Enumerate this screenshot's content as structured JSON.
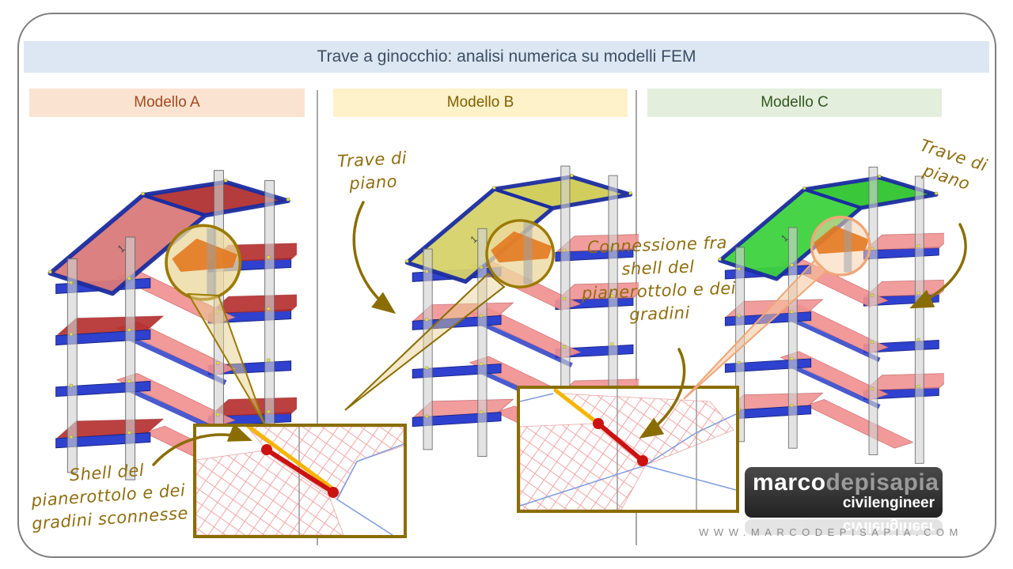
{
  "slide": {
    "title": "Trave a ginocchio: analisi numerica su modelli FEM",
    "headers": [
      {
        "label": "Modello A",
        "bg": "#fbe3d1",
        "fg": "#a34a21"
      },
      {
        "label": "Modello B",
        "bg": "#fef2cb",
        "fg": "#806000"
      },
      {
        "label": "Modello C",
        "bg": "#e3efdc",
        "fg": "#33561f"
      }
    ],
    "annotations": {
      "trave_piano_b": {
        "line1": "Trave di",
        "line2": "piano"
      },
      "trave_piano_c": {
        "line1": "Trave di",
        "line2": "piano"
      },
      "connessione": {
        "line1": "Connessione fra",
        "line2": "shell del",
        "line3": "pianerottolo e dei",
        "line4": "gradini"
      },
      "shell_sconnesse": {
        "line1": "Shell del",
        "line2": "pianerottolo e dei",
        "line3": "gradini sconnesse"
      }
    },
    "fem": {
      "element_label": "1"
    },
    "logo": {
      "name_bold": "marco",
      "name_light": "depisapia",
      "tagline": "civilengineer",
      "website": "WWW.MARCODEPISAPIA.COM"
    },
    "colors": {
      "model_a_slab_left": "#d97a7a",
      "model_a_slab_right": "#b03232",
      "model_b_slab_left": "#d6d26a",
      "model_b_slab_right": "#cfcb55",
      "model_c_slab_left": "#3ed23e",
      "model_c_slab_right": "#2fc42f",
      "model_a_landing": "#b22626",
      "model_bc_landing": "#ef8f8f",
      "ramp_salmon": "#f19090",
      "beam_blue": "#2e41cf",
      "column_gray": "#d2d2d2",
      "annotation_ink": "#8f6e10",
      "highlight_ring": "#9c7a00",
      "highlight_ring_c": "#efa678",
      "mesh_pink": "#f2a6a6",
      "connector_red": "#cc1111",
      "connector_yellow": "#f5b500"
    }
  }
}
